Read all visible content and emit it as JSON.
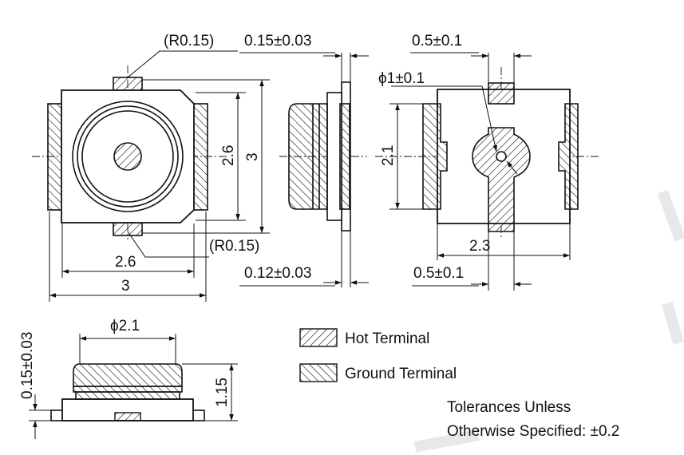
{
  "dimensions": {
    "r_top": "(R0.15)",
    "r_bottom": "(R0.15)",
    "tab_thickness_top": "0.15±0.03",
    "tab_thickness_bottom": "0.12±0.03",
    "hot_pad_width_top": "0.5±0.1",
    "hot_pad_width_bottom": "0.5±0.1",
    "hole_dia": "ϕ1±0.1",
    "inner_height": "2.6",
    "outer_height": "3",
    "inner_width": "2.6",
    "outer_width": "3",
    "pad_height": "2.1",
    "pad_span": "2.3",
    "post_dia": "ϕ2.1",
    "base_thickness": "0.15±0.03",
    "total_height": "1.15"
  },
  "legend": {
    "hot": "Hot Terminal",
    "ground": "Ground Terminal"
  },
  "note": {
    "line1": "Tolerances Unless",
    "line2": "Otherwise Specified: ±0.2"
  }
}
